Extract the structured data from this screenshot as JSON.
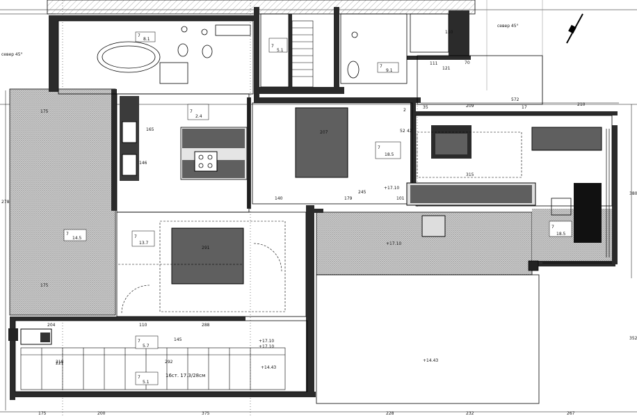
{
  "compass": {
    "left": "север 45°",
    "right": "север 45°"
  },
  "rooms": [
    {
      "name": "room-top-bath",
      "id": "7",
      "area": "8.1"
    },
    {
      "name": "room-top-center",
      "id": "7",
      "area": "5.1"
    },
    {
      "name": "room-top-right",
      "id": "7",
      "area": "9.1"
    },
    {
      "name": "room-kitchen",
      "id": "7",
      "area": "2.4"
    },
    {
      "name": "room-living",
      "id": "7",
      "area": "18.5"
    },
    {
      "name": "room-right",
      "id": "7",
      "area": "18.5"
    },
    {
      "name": "room-terrace",
      "id": "7",
      "area": "14.5"
    },
    {
      "name": "room-bedroom",
      "id": "7",
      "area": "13.7"
    },
    {
      "name": "room-bottom-small",
      "id": "7",
      "area": "5.7"
    },
    {
      "name": "room-bottom-large",
      "id": "7",
      "area": "5.1"
    }
  ],
  "levels": [
    "+17.10",
    "+17.10",
    "+17.10",
    "+17.10",
    "+14.43",
    "+14.43"
  ],
  "stair_note": "16ст. 17.3/28см",
  "dims": {
    "top_row": [
      "572",
      "35",
      "2",
      "209",
      "17",
      "42",
      "52",
      "210"
    ],
    "bottom_row": [
      "175",
      "200",
      "375",
      "228",
      "232",
      "267"
    ],
    "left_col": [
      "175",
      "278",
      "175",
      "218"
    ],
    "misc": [
      "165",
      "146",
      "291",
      "245",
      "140",
      "179",
      "101",
      "204",
      "110",
      "288",
      "315",
      "221",
      "292",
      "145",
      "352",
      "380",
      "207",
      "150",
      "70",
      "111",
      "121"
    ]
  }
}
